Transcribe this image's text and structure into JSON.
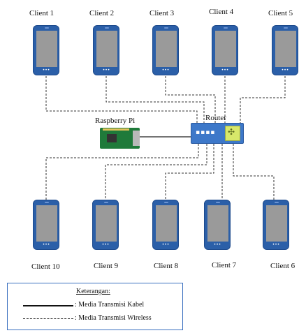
{
  "diagram": {
    "clients_top": [
      "Client 1",
      "Client 2",
      "Client 3",
      "Client 4",
      "Client 5"
    ],
    "clients_bottom": [
      "Client 10",
      "Client 9",
      "Client 8",
      "Client 7",
      "Client 6"
    ],
    "router_label": "Router",
    "pi_label": "Raspberry Pi",
    "colors": {
      "device_blue": "#2b5fa8",
      "screen_gray": "#9a9a9a",
      "legend_border": "#3a6fbf",
      "pi_green": "#1f7a3a"
    }
  },
  "legend": {
    "title": "Keterangan:",
    "cable_label": ": Media Transmisi Kabel",
    "wireless_label": ": Media Transmisi Wireless"
  }
}
